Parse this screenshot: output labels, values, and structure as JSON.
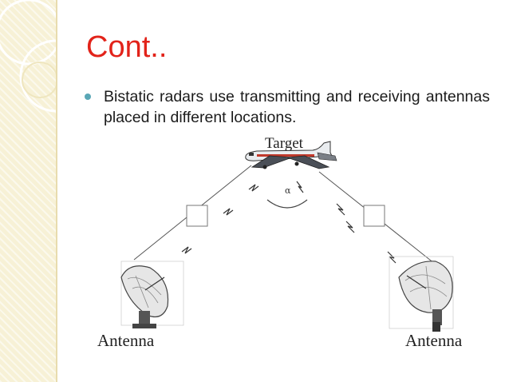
{
  "slide": {
    "title": "Cont..",
    "bullets": [
      "Bistatic radars use transmitting and receiving antennas placed in different locations."
    ]
  },
  "diagram": {
    "target_label": "Target",
    "angle_label": "α",
    "left_antenna_label": "Antenna",
    "right_antenna_label": "Antenna"
  },
  "colors": {
    "title": "#e2231a",
    "bullet": "#5aa7b6",
    "sidebar": "#f7f1d6"
  }
}
